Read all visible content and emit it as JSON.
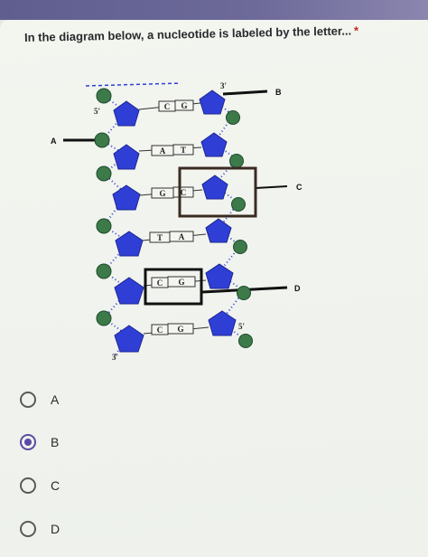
{
  "question": {
    "text": "In the diagram below, a nucleotide is labeled by the letter...",
    "required_mark": "*"
  },
  "diagram": {
    "labels": {
      "five_prime_top": "5'",
      "three_prime_top": "3'",
      "five_prime_bottom": "5'",
      "three_prime_bottom": "3'",
      "A": "A",
      "B": "B",
      "C": "C",
      "D": "D"
    },
    "base_pairs": [
      {
        "left": "C",
        "right": "G"
      },
      {
        "left": "A",
        "right": "T"
      },
      {
        "left": "G",
        "right": "C"
      },
      {
        "left": "T",
        "right": "A"
      },
      {
        "left": "C",
        "right": "G"
      },
      {
        "left": "C",
        "right": "G"
      }
    ],
    "colors": {
      "sugar": "#2f3fd6",
      "phosphate": "#3d7a4a"
    }
  },
  "options": [
    {
      "label": "A",
      "selected": false
    },
    {
      "label": "B",
      "selected": true
    },
    {
      "label": "C",
      "selected": false
    },
    {
      "label": "D",
      "selected": false
    }
  ],
  "accent_color": "#5b4ba4"
}
